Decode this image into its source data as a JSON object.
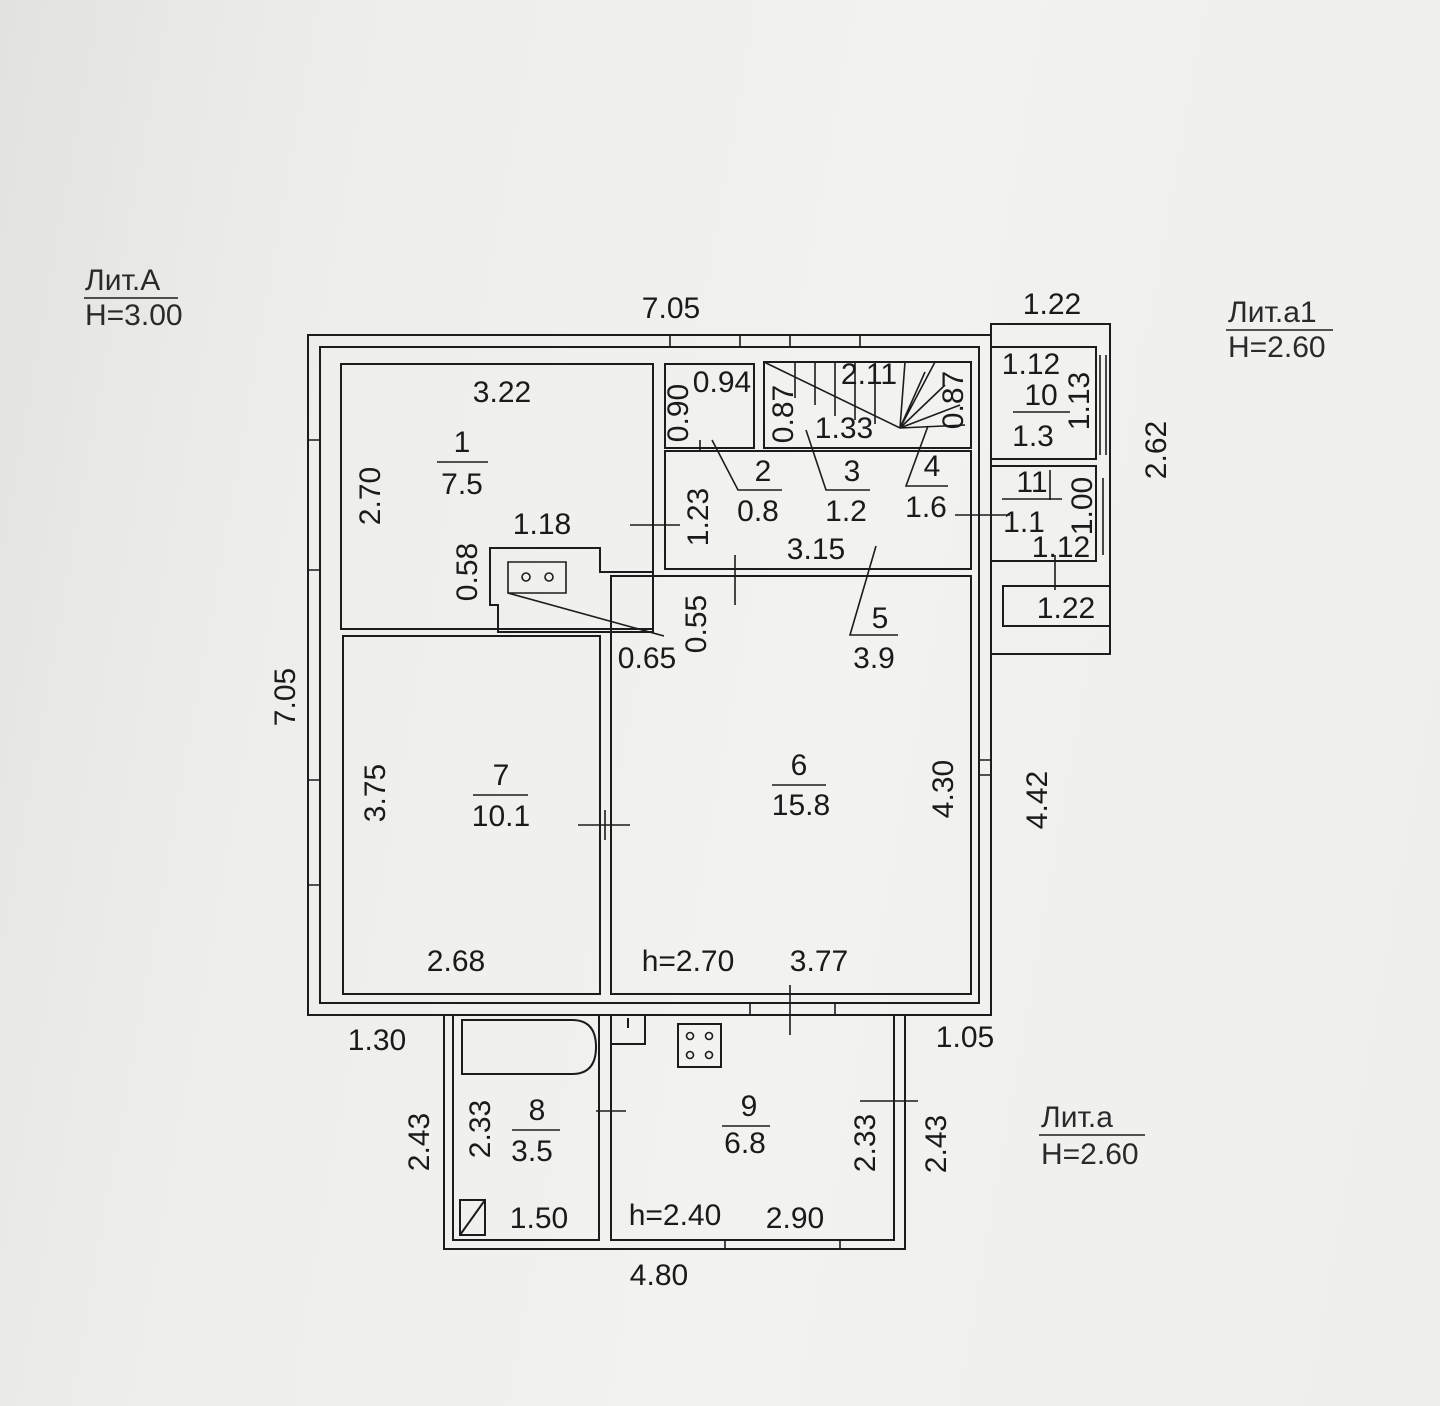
{
  "litA": {
    "name": "Лит.А",
    "height": "Н=3.00"
  },
  "lita1": {
    "name": "Лит.а1",
    "height": "Н=2.60"
  },
  "lita": {
    "name": "Лит.а",
    "height": "Н=2.60"
  },
  "rooms": [
    {
      "no": "1",
      "area": "7.5"
    },
    {
      "no": "2",
      "area": "0.8"
    },
    {
      "no": "3",
      "area": "1.2"
    },
    {
      "no": "4",
      "area": "1.6"
    },
    {
      "no": "5",
      "area": "3.9"
    },
    {
      "no": "6",
      "area": "15.8"
    },
    {
      "no": "7",
      "area": "10.1"
    },
    {
      "no": "8",
      "area": "3.5"
    },
    {
      "no": "9",
      "area": "6.8"
    },
    {
      "no": "10",
      "area": "1.3"
    },
    {
      "no": "11",
      "area": "1.1"
    }
  ],
  "dims": {
    "top_total": "7.05",
    "top_lita1": "1.22",
    "right_lita1": "2.62",
    "r1_width": "3.22",
    "r1_height": "2.70",
    "stove_w": "1.18",
    "stove_h": "0.58",
    "r2_w": "0.94",
    "r2_h": "0.90",
    "r3_top": "2.11",
    "r3_w": "1.33",
    "r3_h": "0.87",
    "r4_h": "0.87",
    "r5_w": "3.15",
    "r5_h": "1.23",
    "r5_gap": "0.55",
    "stove_gap": "0.65",
    "r10_w": "1.12",
    "r10_h": "1.13",
    "r11_h": "1.00",
    "r11_w": "1.12",
    "porch_w": "1.22",
    "left_total": "7.05",
    "r7_h": "3.75",
    "r7_w": "2.68",
    "r6_h": "4.30",
    "r6_w": "3.77",
    "r6_ceiling": "h=2.70",
    "right_total": "4.42",
    "a_left_offset": "1.30",
    "a_right_offset": "1.05",
    "a_h_left": "2.43",
    "r8_h": "2.33",
    "r8_w": "1.50",
    "r9_h": "2.33",
    "a_h_right": "2.43",
    "r9_ceiling": "h=2.40",
    "r9_w": "2.90",
    "a_total": "4.80"
  }
}
